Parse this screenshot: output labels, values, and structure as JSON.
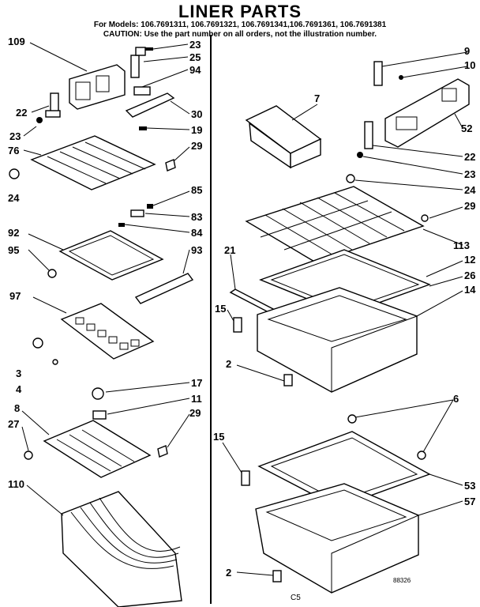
{
  "header": {
    "title": "LINER PARTS",
    "models": "For Models: 106.7691311, 106.7691321, 106.7691341,106.7691361, 106.7691381",
    "caution": "CAUTION: Use the part number on all orders, not the illustration number."
  },
  "callouts": {
    "c109": "109",
    "c23a": "23",
    "c25": "25",
    "c94": "94",
    "c22a": "22",
    "c30": "30",
    "c23b": "23",
    "c19": "19",
    "c76": "76",
    "c29a": "29",
    "c24a": "24",
    "c85": "85",
    "c83": "83",
    "c84": "84",
    "c92": "92",
    "c95": "95",
    "c93": "93",
    "c97": "97",
    "c3": "3",
    "c4": "4",
    "c17": "17",
    "c11": "11",
    "c8": "8",
    "c29b": "29",
    "c27": "27",
    "c110": "110",
    "c9": "9",
    "c10": "10",
    "c7": "7",
    "c52": "52",
    "c22b": "22",
    "c23c": "23",
    "c24b": "24",
    "c29c": "29",
    "c21": "21",
    "c113": "113",
    "c12": "12",
    "c26": "26",
    "c14": "14",
    "c15a": "15",
    "c2a": "2",
    "c6": "6",
    "c15b": "15",
    "c53": "53",
    "c57": "57",
    "c2b": "2"
  },
  "footer": {
    "page_code": "C5",
    "drawing_code": "88326"
  }
}
